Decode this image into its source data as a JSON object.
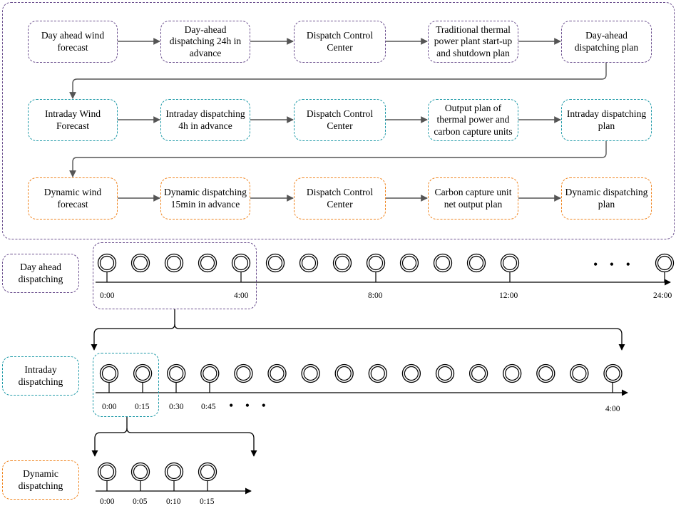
{
  "colors": {
    "day_ahead": "#6b4f8e",
    "intraday": "#1f9aa8",
    "dynamic": "#f0841e",
    "arrow": "#555555"
  },
  "flow": {
    "day_ahead": [
      "Day ahead wind forecast",
      "Day-ahead dispatching 24h in advance",
      "Dispatch Control Center",
      "Traditional thermal power plant start-up and shutdown plan",
      "Day-ahead dispatching plan"
    ],
    "intraday": [
      "Intraday Wind Forecast",
      "Intraday dispatching 4h in advance",
      "Dispatch Control Center",
      "Output plan of thermal power and carbon capture units",
      "Intraday dispatching plan"
    ],
    "dynamic": [
      "Dynamic wind forecast",
      "Dynamic dispatching 15min in advance",
      "Dispatch Control Center",
      "Carbon capture unit net output plan",
      "Dynamic dispatching plan"
    ]
  },
  "timelines": {
    "day_ahead": {
      "label": "Day ahead dispatching",
      "ticks": [
        "0:00",
        "4:00",
        "8:00",
        "12:00",
        "24:00"
      ],
      "ellipsis": "• • •"
    },
    "intraday": {
      "label": "Intraday dispatching",
      "ticks": [
        "0:00",
        "0:15",
        "0:30",
        "0:45",
        "4:00"
      ],
      "ellipsis": "• • •"
    },
    "dynamic": {
      "label": "Dynamic dispatching",
      "ticks": [
        "0:00",
        "0:05",
        "0:10",
        "0:15"
      ]
    }
  }
}
